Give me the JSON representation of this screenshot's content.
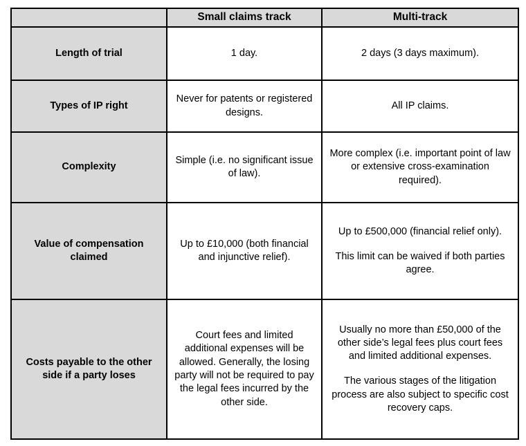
{
  "table": {
    "columns": [
      {
        "key": "label",
        "header": ""
      },
      {
        "key": "small",
        "header": "Small claims track"
      },
      {
        "key": "multi",
        "header": "Multi-track"
      }
    ],
    "rows": [
      {
        "label": "Length of trial",
        "small": [
          "1 day."
        ],
        "multi": [
          "2 days (3 days maximum)."
        ]
      },
      {
        "label": "Types of IP right",
        "small": [
          "Never for patents or registered designs."
        ],
        "multi": [
          "All IP claims."
        ]
      },
      {
        "label": "Complexity",
        "small": [
          "Simple (i.e. no significant issue of law)."
        ],
        "multi": [
          "More complex (i.e. important point of law or extensive cross-examination required)."
        ]
      },
      {
        "label": "Value of compensation claimed",
        "small": [
          "Up to £10,000 (both financial and injunctive relief)."
        ],
        "multi": [
          "Up to £500,000 (financial relief only).",
          "This limit can be waived if both parties agree."
        ]
      },
      {
        "label": "Costs payable to the other side if a party loses",
        "small": [
          "Court fees and limited additional expenses will be allowed.  Generally, the losing party will not be required to pay the legal fees incurred by the other side."
        ],
        "multi": [
          "Usually no more than £50,000 of the other side’s legal fees plus court fees and limited additional expenses.",
          "The various stages of the litigation process are also subject to specific cost recovery caps."
        ]
      }
    ]
  },
  "colors": {
    "header_fill": "#d9d9d9",
    "label_fill": "#d9d9d9",
    "cell_fill": "#ffffff",
    "border": "#000000",
    "text": "#000000",
    "page_background": "#ffffff"
  }
}
